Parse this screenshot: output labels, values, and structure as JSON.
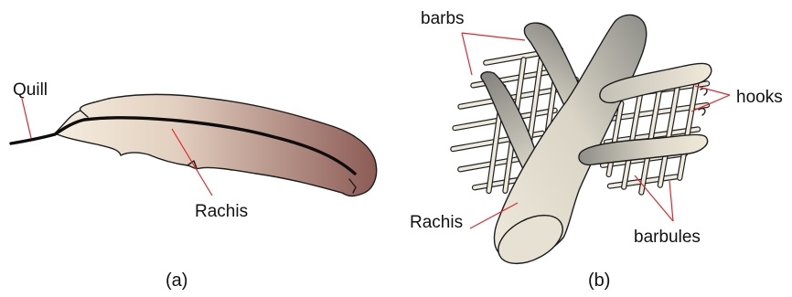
{
  "panel_a": {
    "labels": {
      "quill": "Quill",
      "rachis": "Rachis"
    },
    "caption": "(a)"
  },
  "panel_b": {
    "labels": {
      "barbs": "barbs",
      "hooks": "hooks",
      "rachis": "Rachis",
      "barbules": "barbules"
    },
    "caption": "(b)"
  },
  "colors": {
    "leader_line": "#e3262b",
    "feather_light": "#f3ead8",
    "feather_dark": "#8c5b55",
    "structure_fill": "#e9e5d6",
    "structure_shade": "#8b8b86"
  }
}
